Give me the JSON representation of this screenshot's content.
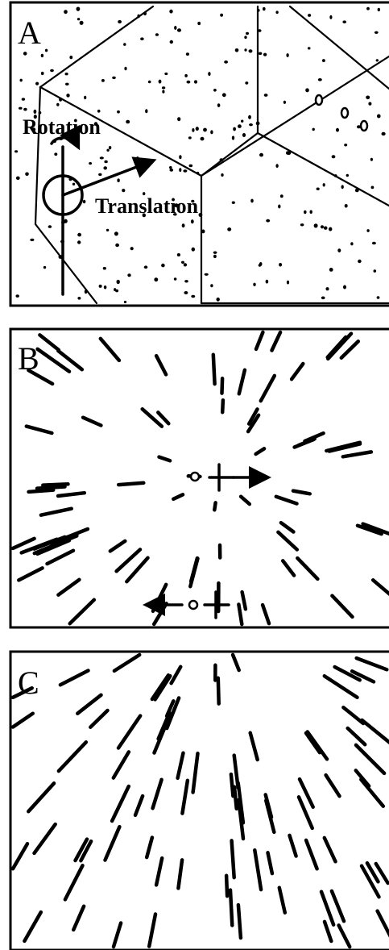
{
  "panels": [
    {
      "letter": "A"
    },
    {
      "letter": "B"
    },
    {
      "letter": "C"
    }
  ],
  "panel_a": {
    "rotation_label": "Rotation",
    "translation_label": "Translation"
  }
}
